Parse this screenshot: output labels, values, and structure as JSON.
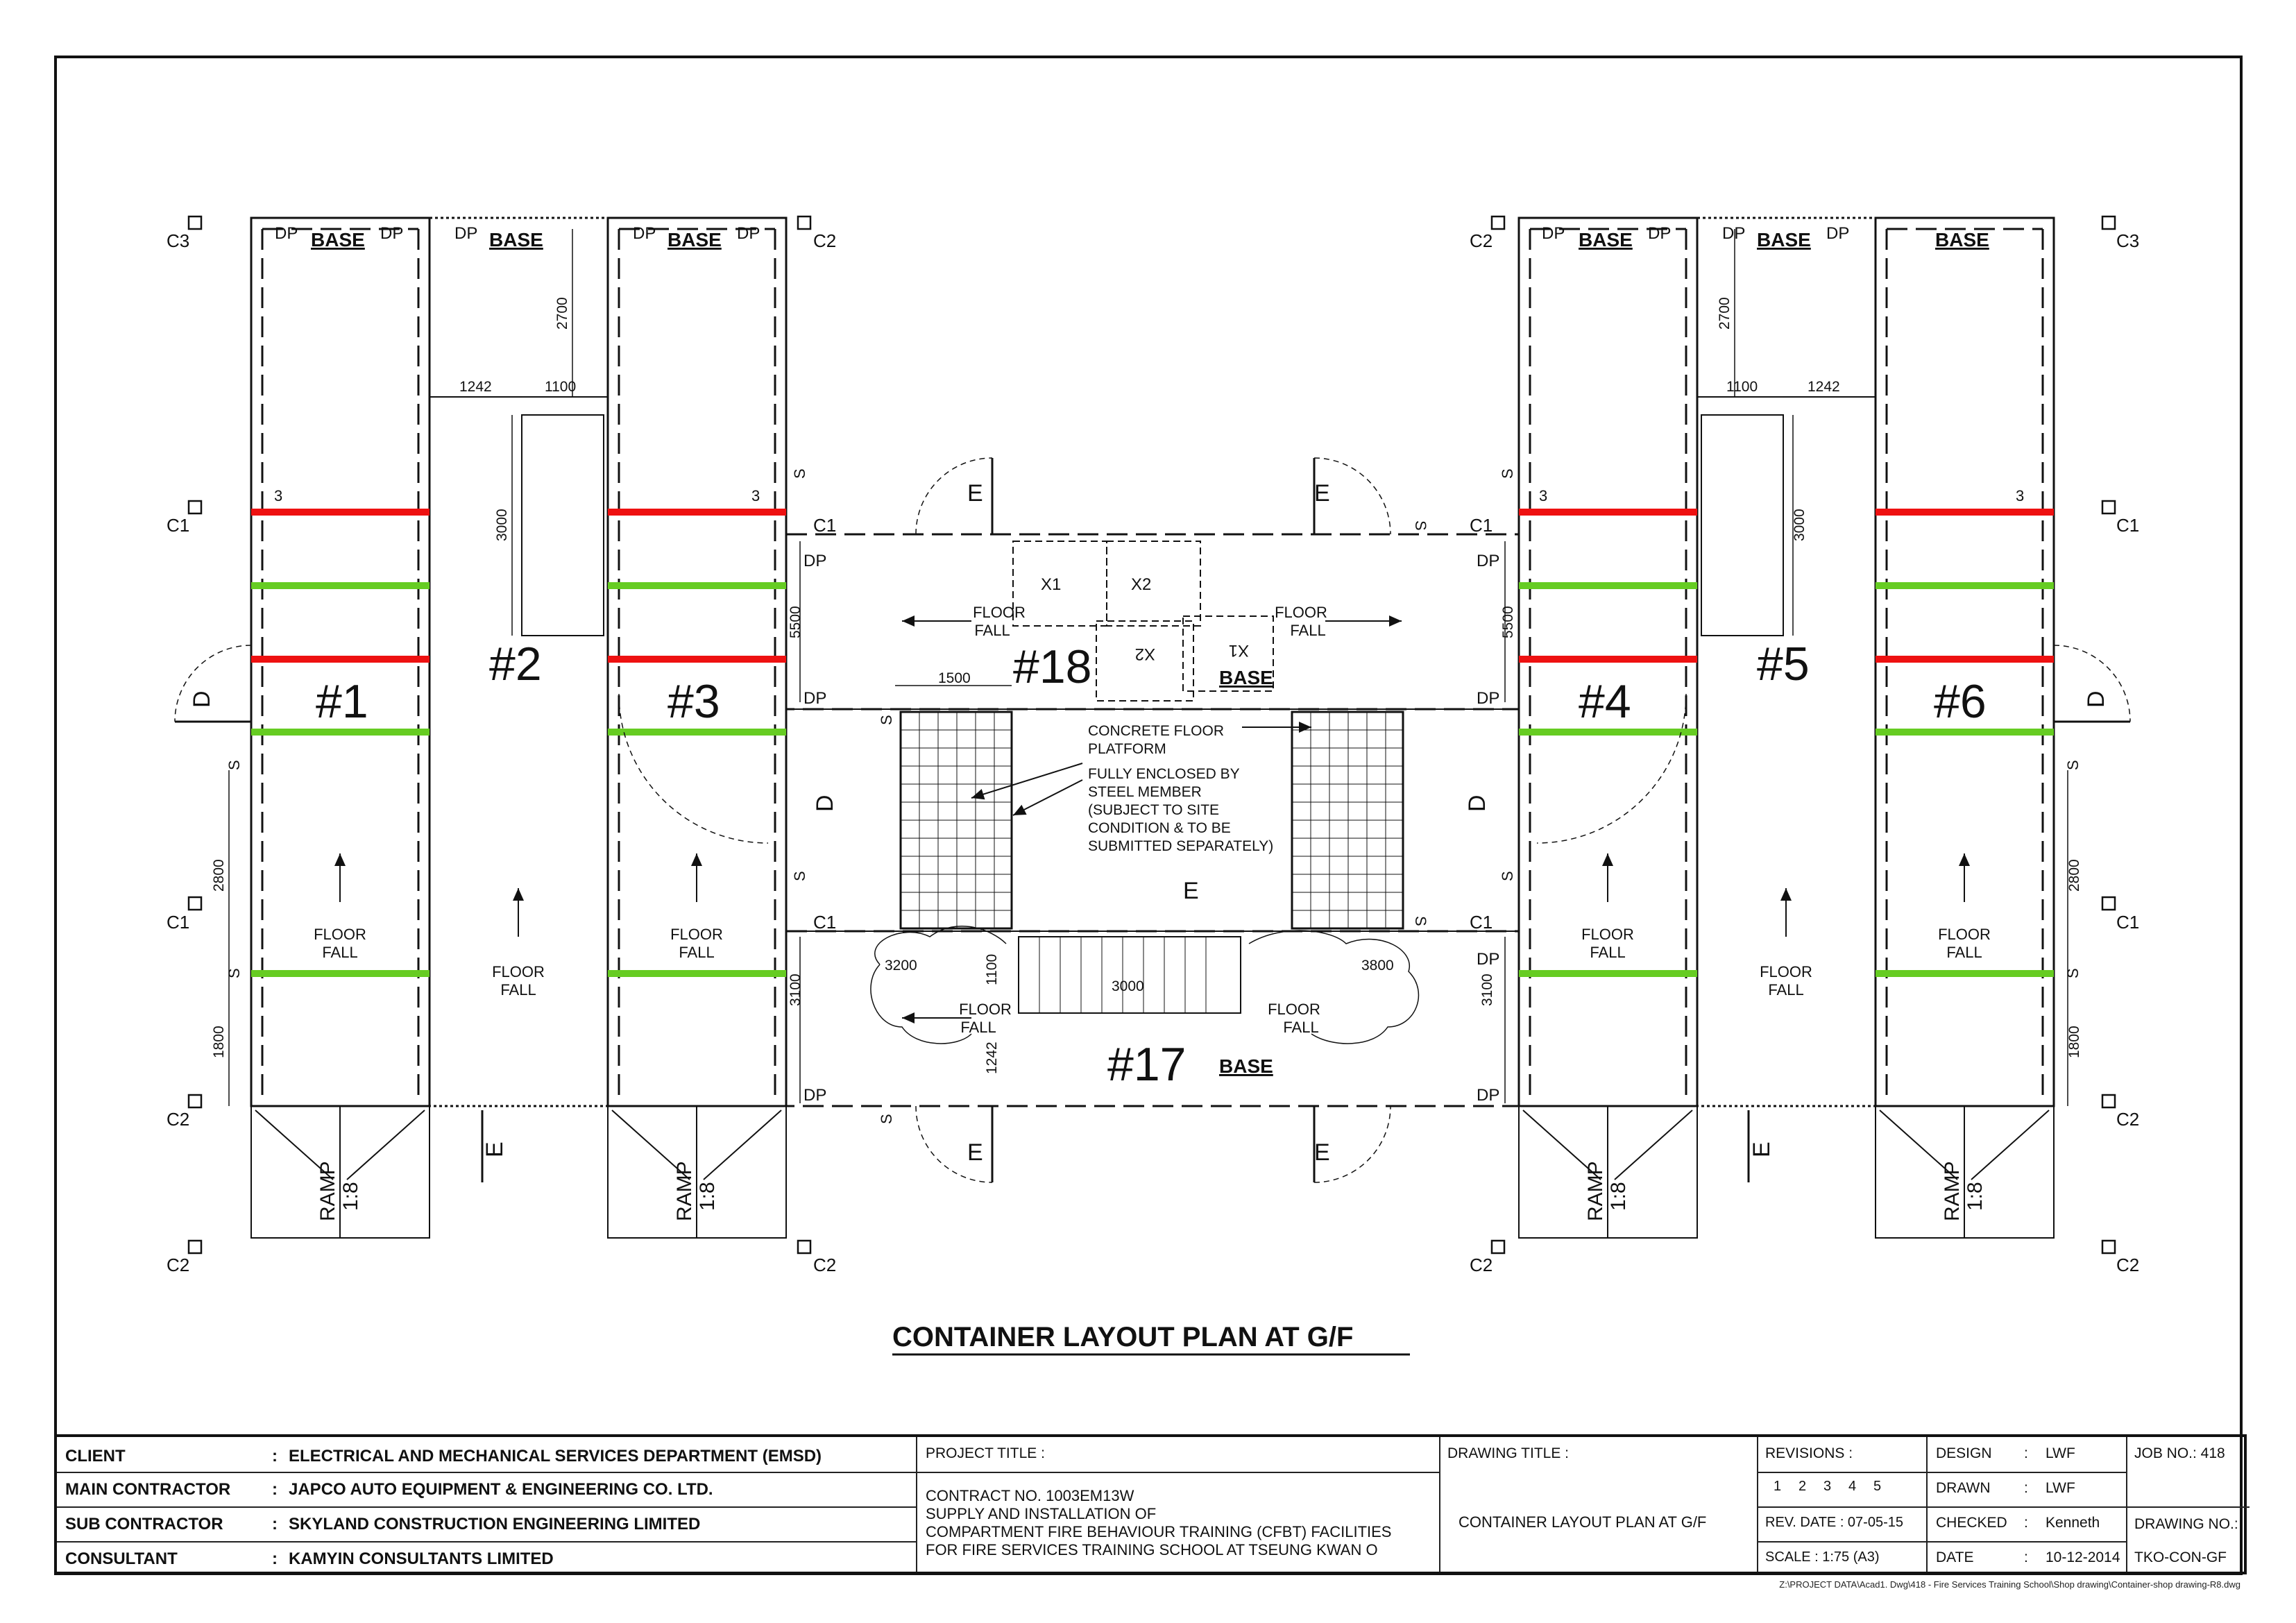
{
  "drawing_title_main": "CONTAINER LAYOUT PLAN AT G/F",
  "containers": {
    "c1": "#1",
    "c2": "#2",
    "c3": "#3",
    "c4": "#4",
    "c5": "#5",
    "c6": "#6",
    "c17": "#17",
    "c18": "#18"
  },
  "labels": {
    "base": "BASE",
    "dp": "DP",
    "floor": "FLOOR",
    "fall": "FALL",
    "ramp": "RAMP",
    "ramp_ratio": "1:8",
    "door_e": "E",
    "door_d": "D",
    "door_s": "S",
    "window_x1": "X1",
    "window_x2": "X2",
    "c1": "C1",
    "c2": "C2",
    "c3": "C3",
    "three": "3"
  },
  "dimensions": {
    "d2700": "2700",
    "d1242": "1242",
    "d1100": "1100",
    "d3000": "3000",
    "d5500": "5500",
    "d1500": "1500",
    "d2800": "2800",
    "d1800": "1800",
    "d3200": "3200",
    "d3100": "3100",
    "d3800": "3800"
  },
  "notes": {
    "concrete_1": "CONCRETE FLOOR",
    "concrete_2": "PLATFORM",
    "enclosed_1": "FULLY ENCLOSED BY",
    "enclosed_2": "STEEL MEMBER",
    "enclosed_3": "(SUBJECT TO SITE",
    "enclosed_4": "CONDITION & TO BE",
    "enclosed_5": "SUBMITTED SEPARATELY)"
  },
  "title_block": {
    "client_label": "CLIENT",
    "client": "ELECTRICAL AND MECHANICAL SERVICES DEPARTMENT (EMSD)",
    "main_contractor_label": "MAIN CONTRACTOR",
    "main_contractor": "JAPCO AUTO EQUIPMENT & ENGINEERING CO. LTD.",
    "sub_contractor_label": "SUB CONTRACTOR",
    "sub_contractor": "SKYLAND CONSTRUCTION ENGINEERING LIMITED",
    "consultant_label": "CONSULTANT",
    "consultant": "KAMYIN CONSULTANTS LIMITED",
    "colon": ":",
    "project_title_label": "PROJECT TITLE :",
    "project_line1": "CONTRACT NO. 1003EM13W",
    "project_line2": "SUPPLY AND INSTALLATION OF",
    "project_line3": "COMPARTMENT FIRE BEHAVIOUR TRAINING (CFBT) FACILITIES",
    "project_line4": "FOR FIRE SERVICES TRAINING SCHOOL AT TSEUNG KWAN O",
    "drawing_title_label": "DRAWING TITLE  :",
    "drawing_title": "CONTAINER LAYOUT PLAN AT G/F",
    "revisions_label": "REVISIONS :",
    "revisions": [
      "1",
      "2",
      "3",
      "4",
      "5"
    ],
    "rev_date": "REV. DATE  : 07-05-15",
    "scale": "SCALE   : 1:75 (A3)",
    "design_label": "DESIGN",
    "design": "LWF",
    "drawn_label": "DRAWN",
    "drawn": "LWF",
    "checked_label": "CHECKED",
    "checked": "Kenneth",
    "date_label": "DATE",
    "date": "10-12-2014",
    "job_no": "JOB NO.: 418",
    "drawing_no_label": "DRAWING NO.:",
    "drawing_no": "TKO-CON-GF"
  },
  "file_path": "Z:\\PROJECT DATA\\Acad1. Dwg\\418 - Fire Services Training School\\Shop drawing\\Container-shop drawing-R8.dwg",
  "colors": {
    "red_beam": "#ee1111",
    "green_beam": "#66cc22",
    "line": "#111111"
  }
}
